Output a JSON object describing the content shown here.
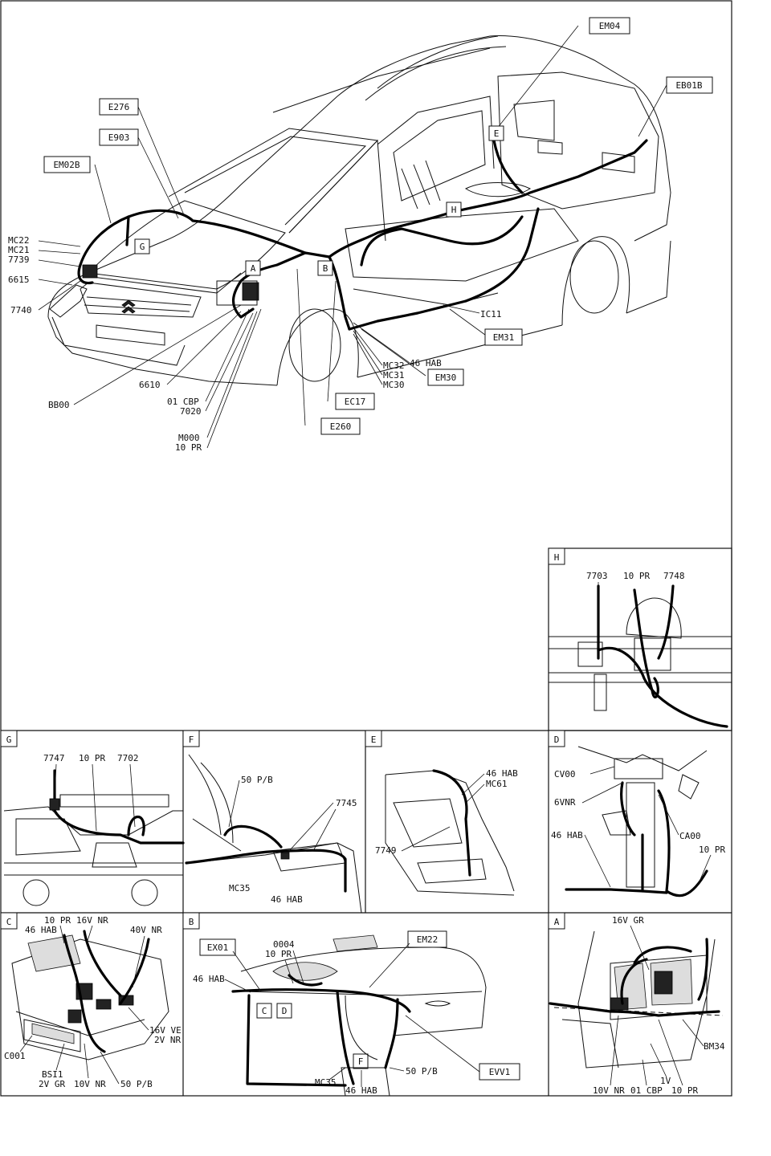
{
  "main_view": {
    "boxed_callouts": [
      "EM04",
      "EB01B",
      "E276",
      "E903",
      "EM02B",
      "IC11",
      "EM31",
      "EM30",
      "EC17",
      "E260"
    ],
    "zone_markers": [
      "A",
      "B",
      "E",
      "G",
      "H"
    ],
    "plain_labels": [
      "MC22",
      "MC21",
      "7739",
      "6615",
      "7740",
      "6610",
      "BB00",
      "01 CBP",
      "7020",
      "M000",
      "10 PR",
      "46 HAB",
      "MC32",
      "MC31",
      "MC30"
    ]
  },
  "panels": {
    "H": {
      "letter": "H",
      "labels": [
        "7703",
        "10 PR",
        "7748"
      ]
    },
    "G": {
      "letter": "G",
      "labels": [
        "7747",
        "10 PR",
        "7702"
      ]
    },
    "F": {
      "letter": "F",
      "labels": [
        "50 P/B",
        "7745",
        "MC35",
        "46 HAB"
      ]
    },
    "E": {
      "letter": "E",
      "labels": [
        "46 HAB",
        "MC61",
        "7749"
      ]
    },
    "D": {
      "letter": "D",
      "labels": [
        "CV00",
        "6VNR",
        "CA00",
        "46 HAB",
        "10 PR"
      ]
    },
    "C": {
      "letter": "C",
      "labels": [
        "10 PR",
        "16V NR",
        "46 HAB",
        "40V NR",
        "C001",
        "16V VE",
        "2V NR",
        "BSI1",
        "2V GR",
        "10V NR",
        "50 P/B"
      ]
    },
    "B": {
      "letter": "B",
      "boxed": [
        "EX01",
        "EM22",
        "EVV1"
      ],
      "markers": [
        "C",
        "D",
        "F"
      ],
      "labels": [
        "0004",
        "10 PR",
        "46 HAB",
        "50 P/B",
        "MC35",
        "46 HAB"
      ]
    },
    "A": {
      "letter": "A",
      "labels": [
        "16V GR",
        "BM34",
        "10V NR",
        "01 CBP",
        "1V",
        "10 PR"
      ]
    }
  }
}
